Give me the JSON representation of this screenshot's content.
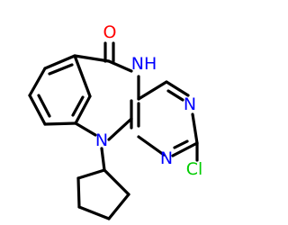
{
  "molecule": {
    "atoms": {
      "oxygen": "O",
      "amide_nh": "NH",
      "pyrimidine_n_top": "N",
      "pyrimidine_n_bottom": "N",
      "diazepine_n": "N",
      "chlorine": "Cl"
    },
    "colors": {
      "bond": "#000000",
      "oxygen": "#ff0000",
      "nitrogen": "#0000ff",
      "chlorine": "#00cc00"
    }
  }
}
